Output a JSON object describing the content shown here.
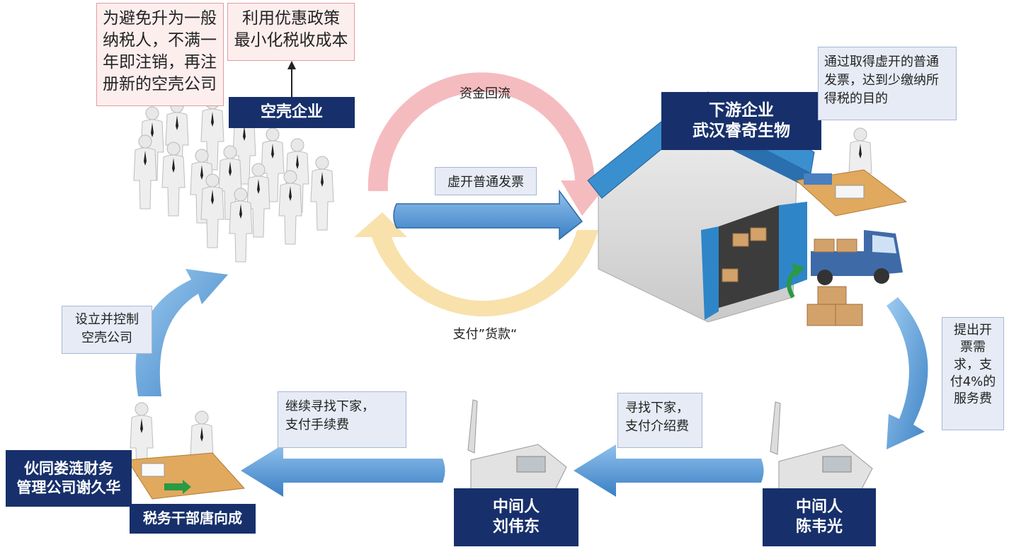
{
  "shell": {
    "label": "空壳企业",
    "note1": [
      "为避免升为一般",
      "纳税人，不满一",
      "年即注销，再注",
      "册新的空壳公司"
    ],
    "note2": [
      "利用优惠政策",
      "最小化税收成本"
    ]
  },
  "downstream": {
    "label": [
      "下游企业",
      "武汉睿奇生物"
    ],
    "note": [
      "通过取得虚开的普通",
      "发票，达到少缴纳所",
      "得税的目的"
    ]
  },
  "cycle": {
    "top": "资金回流",
    "middle": "虚开普通发票",
    "bottom": "支付”货款“"
  },
  "setup_note": [
    "设立并控制",
    "空壳公司"
  ],
  "demand_note": [
    "提出开",
    "票需",
    "求，支",
    "付4%的",
    "服务费"
  ],
  "fee_left": [
    "继续寻找下家，",
    "支付手续费"
  ],
  "fee_right": [
    "寻找下家，",
    "支付介绍费"
  ],
  "finance": {
    "company": [
      "伙同娄涟财务",
      "管理公司谢久华"
    ],
    "officer": "税务干部唐向成"
  },
  "middleman1": [
    "中间人",
    "刘伟东"
  ],
  "middleman2": [
    "中间人",
    "陈韦光"
  ],
  "colors": {
    "navy": "#17306b",
    "pink_arc": "#f4b8bd",
    "orange_arc": "#f9dfa8",
    "blue_arrow": "#5a9bd5",
    "roof": "#3a8fce"
  }
}
